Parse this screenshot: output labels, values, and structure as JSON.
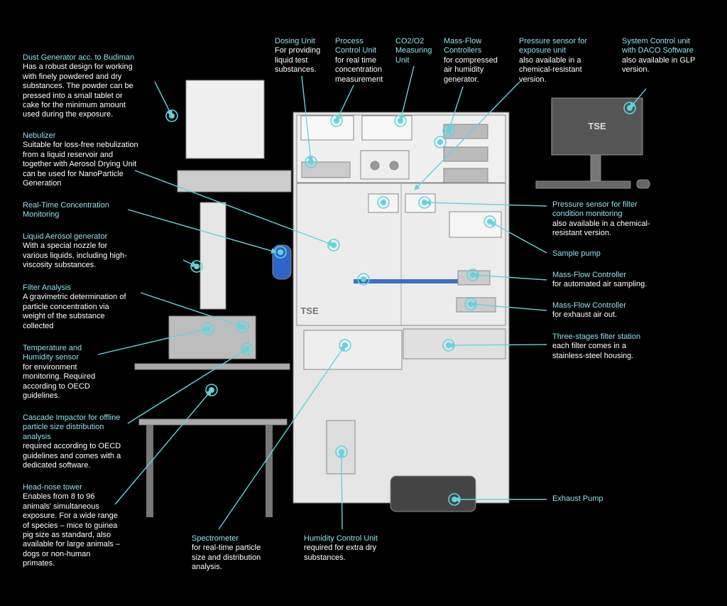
{
  "colors": {
    "background": "#000000",
    "accent": "#63d4dd",
    "label_title": "#8fe3ea",
    "label_text": "#ffffff"
  },
  "labels": {
    "dust": {
      "title": "Dust Generator acc. to Budiman",
      "desc": "Has a robust design for working\nwith finely powdered and dry\nsubstances. The powder can be\npressed into a small tablet or\ncake for the minimum amount\nused during the exposure."
    },
    "nebulizer": {
      "title": "Nebulizer",
      "desc": "Suitable for loss-free nebulization\nfrom a liquid reservoir and\ntogether with Aerosol Drying Unit\ncan be used for NanoParticle\nGeneration"
    },
    "realtime": {
      "title": "Real-Time Concentration\nMonitoring",
      "desc": ""
    },
    "liquid": {
      "title": "Liquid Aerosol generator",
      "desc": "With a special nozzle for\nvarious liquids, including high-\nviscosity substances."
    },
    "filter": {
      "title": "Filter Analysis",
      "desc": "A gravimetric determination of\nparticle concentration via\nweight of the substance\ncollected"
    },
    "temp": {
      "title": "Temperature and\nHumidity sensor",
      "desc": "for environment\nmonitoring. Required\naccording to OECD\nguidelines."
    },
    "cascade": {
      "title": "Cascade Impactor for offline\nparticle size distribution\nanalysis",
      "desc": "required according to OECD\nguidelines and comes with a\ndedicated software."
    },
    "headnose": {
      "title": "Head-nose tower",
      "desc": "Enables from 8 to 96\nanimals' simultaneous\nexposure. For a wide range\nof species – mice to guinea\npig size as standard, also\navailable for large animals –\ndogs or non-human\nprimates."
    },
    "dosing": {
      "title": "Dosing Unit",
      "desc": "For providing\nliquid test\nsubstances."
    },
    "process": {
      "title": "Process\nControl Unit",
      "desc": "for real time\nconcentration\nmeasurement"
    },
    "co2": {
      "title": "CO2/O2\nMeasuring\nUnit",
      "desc": ""
    },
    "massflow": {
      "title": "Mass-Flow\nControllers",
      "desc": "for compressed\nair humidity\ngenerator."
    },
    "pressure_exp": {
      "title": "Pressure sensor for\nexposure unit",
      "desc": "also available in a\nchemical-resistant\nversion."
    },
    "system": {
      "title": "System Control unit\nwith DACO Software",
      "desc": "also available in GLP\nversion."
    },
    "pressure_filter": {
      "title": "Pressure sensor for filter\ncondition monitoring",
      "desc": "also available in a chemical-\nresistant version."
    },
    "sample_pump": {
      "title": "Sample pump",
      "desc": ""
    },
    "mfc_sampling": {
      "title": "Mass-Flow Controller",
      "desc": "for automated air sampling."
    },
    "mfc_exhaust": {
      "title": "Mass-Flow Controller",
      "desc": "for exhaust air out."
    },
    "three_stage": {
      "title": "Three-stages filter station",
      "desc": "each filter comes in a\nstainless-steel housing."
    },
    "exhaust_pump": {
      "title": "Exhaust Pump",
      "desc": ""
    },
    "spectrometer": {
      "title": "Spectrometer",
      "desc": "for real-time particle\nsize and distribution\nanalysis."
    },
    "humidity_cu": {
      "title": "Humidity Control Unit",
      "desc": "required for extra dry\nsubstances."
    }
  },
  "logos": {
    "monitor": "TSE",
    "rack": "TSE"
  }
}
